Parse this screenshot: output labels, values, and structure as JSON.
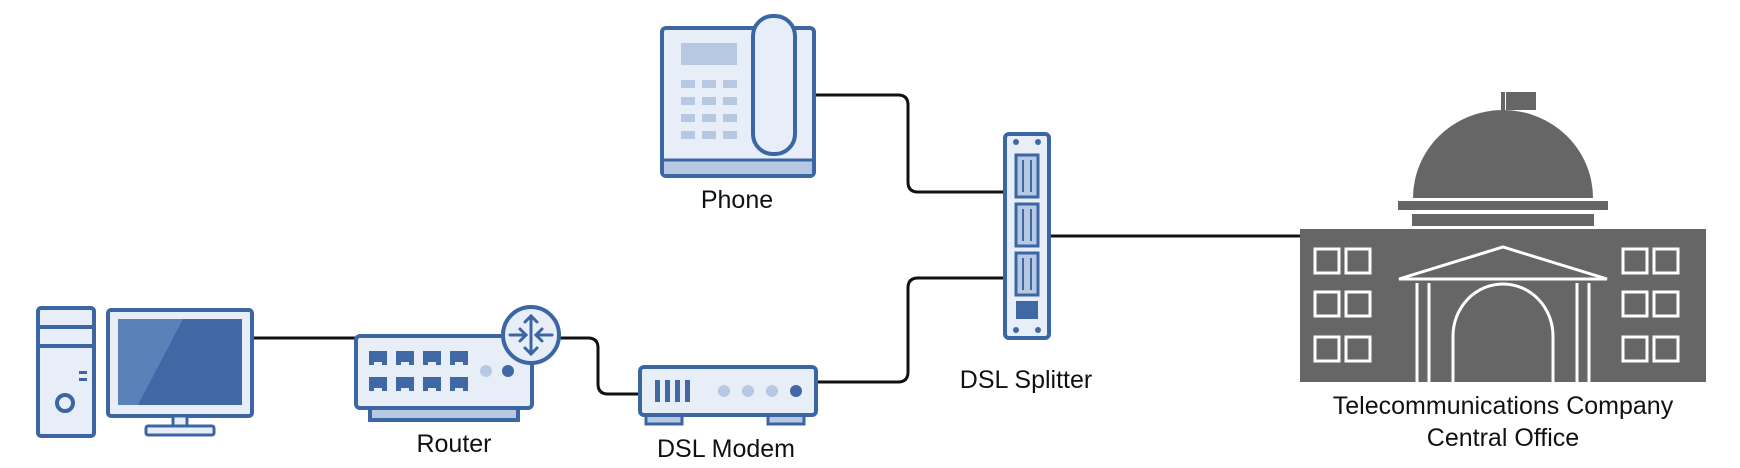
{
  "colors": {
    "device_stroke": "#3b66a3",
    "device_fill": "#e7eef8",
    "device_accent": "#3f68a5",
    "device_panel": "#b7c8e2",
    "building": "#666666",
    "line": "#111111"
  },
  "nodes": {
    "computer": {
      "label": "",
      "icon": "desktop-computer-icon"
    },
    "router": {
      "label": "Router",
      "icon": "router-icon"
    },
    "modem": {
      "label": "DSL Modem",
      "icon": "dsl-modem-icon"
    },
    "phone": {
      "label": "Phone",
      "icon": "telephone-icon"
    },
    "splitter": {
      "label": "DSL Splitter",
      "icon": "dsl-splitter-icon"
    },
    "office": {
      "label_line1": "Telecommunications Company",
      "label_line2": "Central Office",
      "icon": "government-building-icon"
    }
  },
  "connections": [
    {
      "from": "computer",
      "to": "router"
    },
    {
      "from": "router",
      "to": "modem"
    },
    {
      "from": "modem",
      "to": "splitter"
    },
    {
      "from": "phone",
      "to": "splitter"
    },
    {
      "from": "splitter",
      "to": "office"
    }
  ]
}
